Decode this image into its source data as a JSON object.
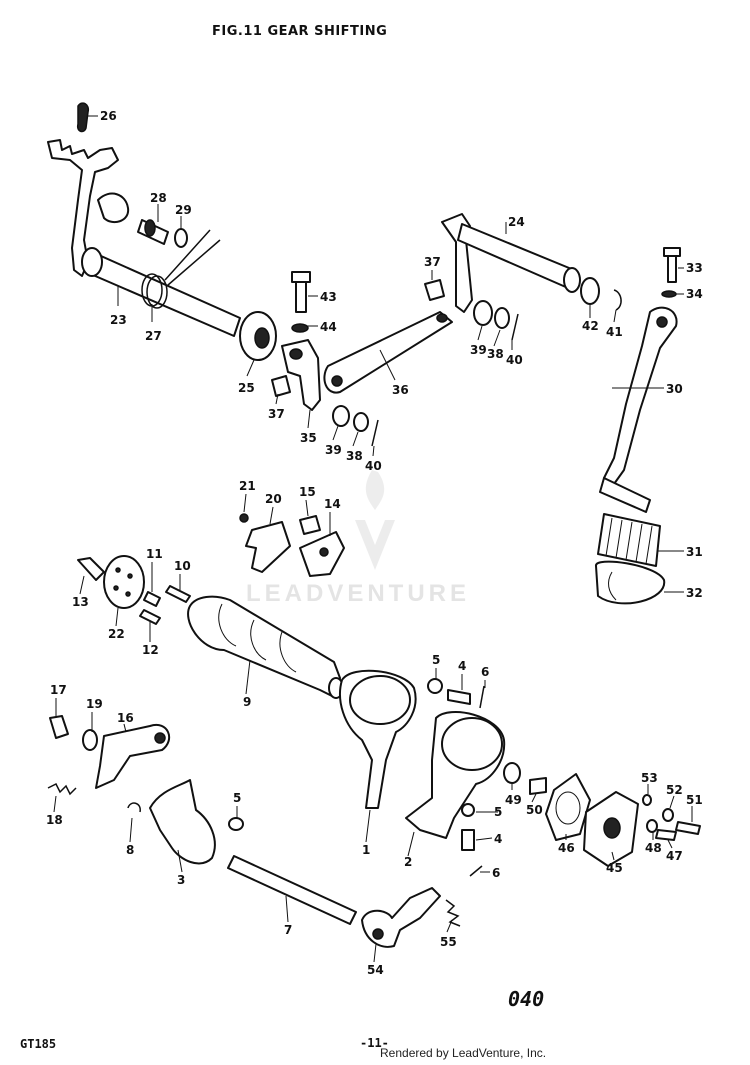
{
  "title": "FIG.11 GEAR SHIFTING",
  "model": "GT185",
  "page_number": "-11-",
  "plate_number": "040",
  "credit": "Rendered by LeadVenture, Inc.",
  "watermark": "LEADVENTURE",
  "callouts": [
    {
      "id": "c26",
      "text": "26"
    },
    {
      "id": "c28",
      "text": "28"
    },
    {
      "id": "c29",
      "text": "29"
    },
    {
      "id": "c23",
      "text": "23"
    },
    {
      "id": "c27",
      "text": "27"
    },
    {
      "id": "c25",
      "text": "25"
    },
    {
      "id": "c43",
      "text": "43"
    },
    {
      "id": "c44",
      "text": "44"
    },
    {
      "id": "c37a",
      "text": "37"
    },
    {
      "id": "c35",
      "text": "35"
    },
    {
      "id": "c39a",
      "text": "39"
    },
    {
      "id": "c38a",
      "text": "38"
    },
    {
      "id": "c40a",
      "text": "40"
    },
    {
      "id": "c36",
      "text": "36"
    },
    {
      "id": "c37b",
      "text": "37"
    },
    {
      "id": "c24",
      "text": "24"
    },
    {
      "id": "c39b",
      "text": "39"
    },
    {
      "id": "c38b",
      "text": "38"
    },
    {
      "id": "c40b",
      "text": "40"
    },
    {
      "id": "c42",
      "text": "42"
    },
    {
      "id": "c41",
      "text": "41"
    },
    {
      "id": "c33",
      "text": "33"
    },
    {
      "id": "c34",
      "text": "34"
    },
    {
      "id": "c30",
      "text": "30"
    },
    {
      "id": "c31",
      "text": "31"
    },
    {
      "id": "c32",
      "text": "32"
    },
    {
      "id": "c21",
      "text": "21"
    },
    {
      "id": "c20",
      "text": "20"
    },
    {
      "id": "c15",
      "text": "15"
    },
    {
      "id": "c14",
      "text": "14"
    },
    {
      "id": "c13",
      "text": "13"
    },
    {
      "id": "c11",
      "text": "11"
    },
    {
      "id": "c10",
      "text": "10"
    },
    {
      "id": "c22",
      "text": "22"
    },
    {
      "id": "c12",
      "text": "12"
    },
    {
      "id": "c9",
      "text": "9"
    },
    {
      "id": "c5a",
      "text": "5"
    },
    {
      "id": "c4a",
      "text": "4"
    },
    {
      "id": "c6a",
      "text": "6"
    },
    {
      "id": "c17",
      "text": "17"
    },
    {
      "id": "c19",
      "text": "19"
    },
    {
      "id": "c16",
      "text": "16"
    },
    {
      "id": "c18",
      "text": "18"
    },
    {
      "id": "c8",
      "text": "8"
    },
    {
      "id": "c5b",
      "text": "5"
    },
    {
      "id": "c3",
      "text": "3"
    },
    {
      "id": "c1",
      "text": "1"
    },
    {
      "id": "c2",
      "text": "2"
    },
    {
      "id": "c5c",
      "text": "5"
    },
    {
      "id": "c4b",
      "text": "4"
    },
    {
      "id": "c6b",
      "text": "6"
    },
    {
      "id": "c7",
      "text": "7"
    },
    {
      "id": "c54",
      "text": "54"
    },
    {
      "id": "c55",
      "text": "55"
    },
    {
      "id": "c49",
      "text": "49"
    },
    {
      "id": "c50",
      "text": "50"
    },
    {
      "id": "c46",
      "text": "46"
    },
    {
      "id": "c45",
      "text": "45"
    },
    {
      "id": "c53",
      "text": "53"
    },
    {
      "id": "c52",
      "text": "52"
    },
    {
      "id": "c51",
      "text": "51"
    },
    {
      "id": "c48",
      "text": "48"
    },
    {
      "id": "c47",
      "text": "47"
    }
  ]
}
